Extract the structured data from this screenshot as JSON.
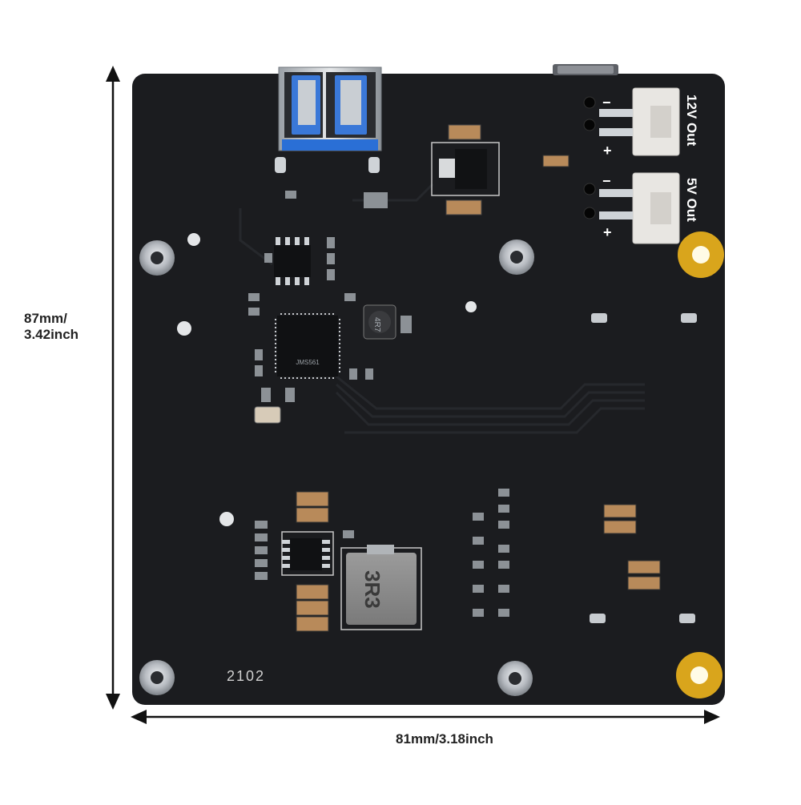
{
  "dimensions": {
    "height_line1": "87mm/",
    "height_line2": "3.42inch",
    "width": "81mm/3.18inch"
  },
  "board_silkscreen": {
    "out_12v": "12V Out",
    "out_5v": "5V Out",
    "date_code": "2102",
    "chip_label": "JMS561",
    "inductor_small": "4R7",
    "inductor_large": "3R3",
    "plus_sign": "+",
    "minus_sign": "−"
  },
  "colors": {
    "pcb": "#1b1c1f",
    "pad_gold": "#d9a51c",
    "usb_blue": "#2a6fd6",
    "component_tan": "#b88a5a",
    "connector_white": "#e8e6e2",
    "silver": "#b8bcc2"
  }
}
